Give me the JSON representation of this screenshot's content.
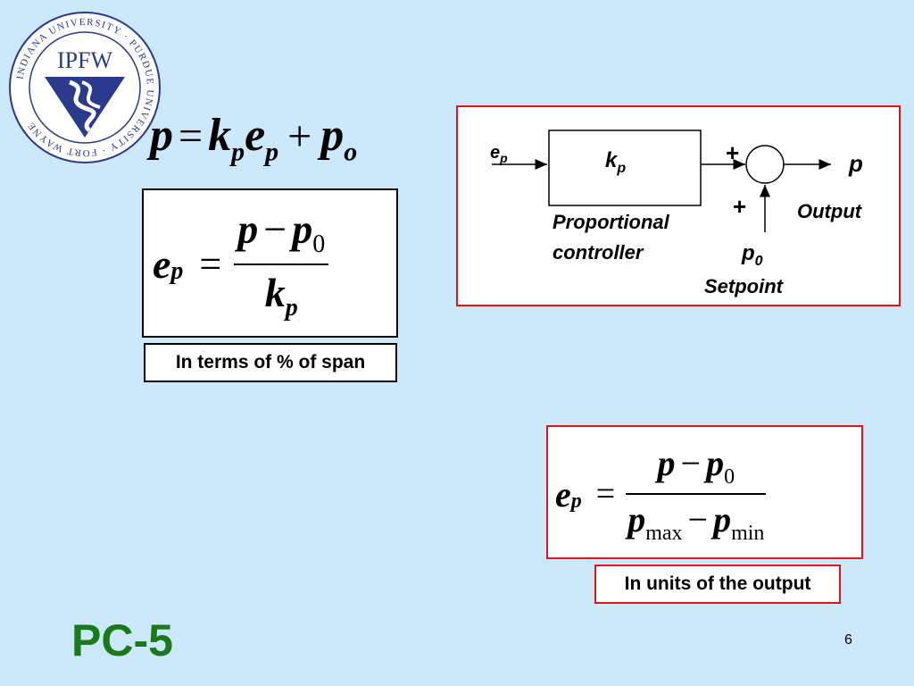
{
  "logo": {
    "ring_text": "INDIANA UNIVERSITY · PURDUE UNIVERSITY · FORT WAYNE",
    "initials": "IPFW"
  },
  "equation_main": {
    "p": "p",
    "eq": "=",
    "k": "k",
    "k_sub": "p",
    "e": "e",
    "e_sub": "p",
    "plus": "+",
    "p2": "p",
    "p2_sub": "o"
  },
  "equation_span": {
    "lhs": "e",
    "lhs_sub": "p",
    "eq": "=",
    "num_p": "p",
    "num_minus": "−",
    "num_p0": "p",
    "num_p0_sub": "0",
    "den": "k",
    "den_sub": "p",
    "caption": "In terms of % of span"
  },
  "equation_output": {
    "lhs": "e",
    "lhs_sub": "p",
    "eq": "=",
    "num_p": "p",
    "num_minus": "−",
    "num_p0": "p",
    "num_p0_sub": "0",
    "den_p1": "p",
    "den_p1_sub": "max",
    "den_minus": "−",
    "den_p2": "p",
    "den_p2_sub": "min",
    "caption": "In units of the output"
  },
  "diagram": {
    "input_label": "e",
    "input_sub": "p",
    "block_label": "k",
    "block_sub": "p",
    "block_caption_1": "Proportional",
    "block_caption_2": "controller",
    "sum_plus_top": "+",
    "sum_plus_bottom": "+",
    "output_label": "p",
    "output_caption": "Output",
    "setpoint_label": "p",
    "setpoint_sub": "0",
    "setpoint_caption": "Setpoint"
  },
  "footer": {
    "title": "PC-5",
    "page_number": "6"
  },
  "colors": {
    "background": "#cce8fb",
    "accent_red": "#e1141e",
    "title_green": "#1a7a1a",
    "logo_blue": "#2a3a8c"
  }
}
